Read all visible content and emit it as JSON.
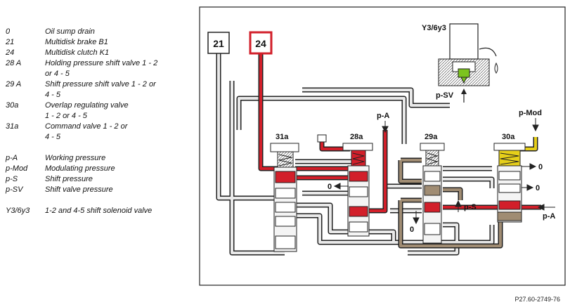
{
  "legend": {
    "groups": [
      [
        {
          "code": "0",
          "desc": "Oil sump drain"
        },
        {
          "code": "21",
          "desc": "Multidisk brake B1"
        },
        {
          "code": "24",
          "desc": "Multidisk clutch K1"
        },
        {
          "code": "28 A",
          "desc": "Holding pressure shift valve 1 - 2\nor 4 - 5"
        },
        {
          "code": "29 A",
          "desc": "Shift pressure shift valve 1 - 2 or\n4 - 5"
        },
        {
          "code": "30a",
          "desc": "Overlap regulating valve\n1 - 2 or 4 - 5"
        },
        {
          "code": "31a",
          "desc": "Command valve 1 - 2 or\n4 - 5"
        }
      ],
      [
        {
          "code": "p-A",
          "desc": "Working pressure"
        },
        {
          "code": "p-Mod",
          "desc": "Modulating pressure"
        },
        {
          "code": "p-S",
          "desc": "Shift pressure"
        },
        {
          "code": "p-SV",
          "desc": "Shift valve pressure"
        }
      ],
      [
        {
          "code": "Y3/6y3",
          "desc": "1-2 and 4-5 shift solenoid valve"
        }
      ]
    ]
  },
  "diagram": {
    "box_21": "21",
    "box_24": "24",
    "solenoid_label": "Y3/6y3",
    "valve_31a": "31a",
    "valve_28a": "28a",
    "valve_29a": "29a",
    "valve_30a": "30a",
    "label_pA_top": "p-A",
    "label_pMod": "p-Mod",
    "label_pSV": "p-SV",
    "label_pS": "p-S",
    "label_pA_right": "p-A",
    "zero_28a": "0",
    "zero_30a_top": "0",
    "zero_30a_mid": "0",
    "zero_29a_bottom": "0",
    "colors": {
      "working_pressure": "#d21f2a",
      "shift_pressure": "#a08c73",
      "modulating_pressure": "#e6cf1a",
      "shift_valve_pressure": "#7cc41e",
      "line": "#111111",
      "channel": "#e9e9e9"
    }
  },
  "reference": "P27.60-2749-76"
}
